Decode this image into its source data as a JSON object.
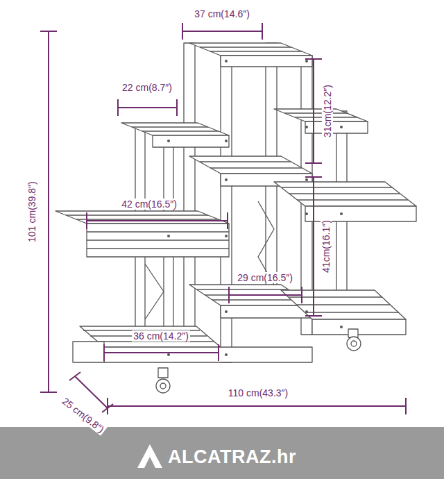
{
  "diagram": {
    "labels": [
      "37 cm(14.6″)",
      "22 cm(8.7″)",
      "31cm(12.2″)",
      "42 cm(16.5″)",
      "41cm(16.1″)",
      "29 cm(16.5″)",
      "36 cm(14.2″)",
      "101 cm(39.8″)",
      "25 cm(9.8″)",
      "110 cm(43.3″)",
      "ALCATRAZ.hr"
    ]
  }
}
